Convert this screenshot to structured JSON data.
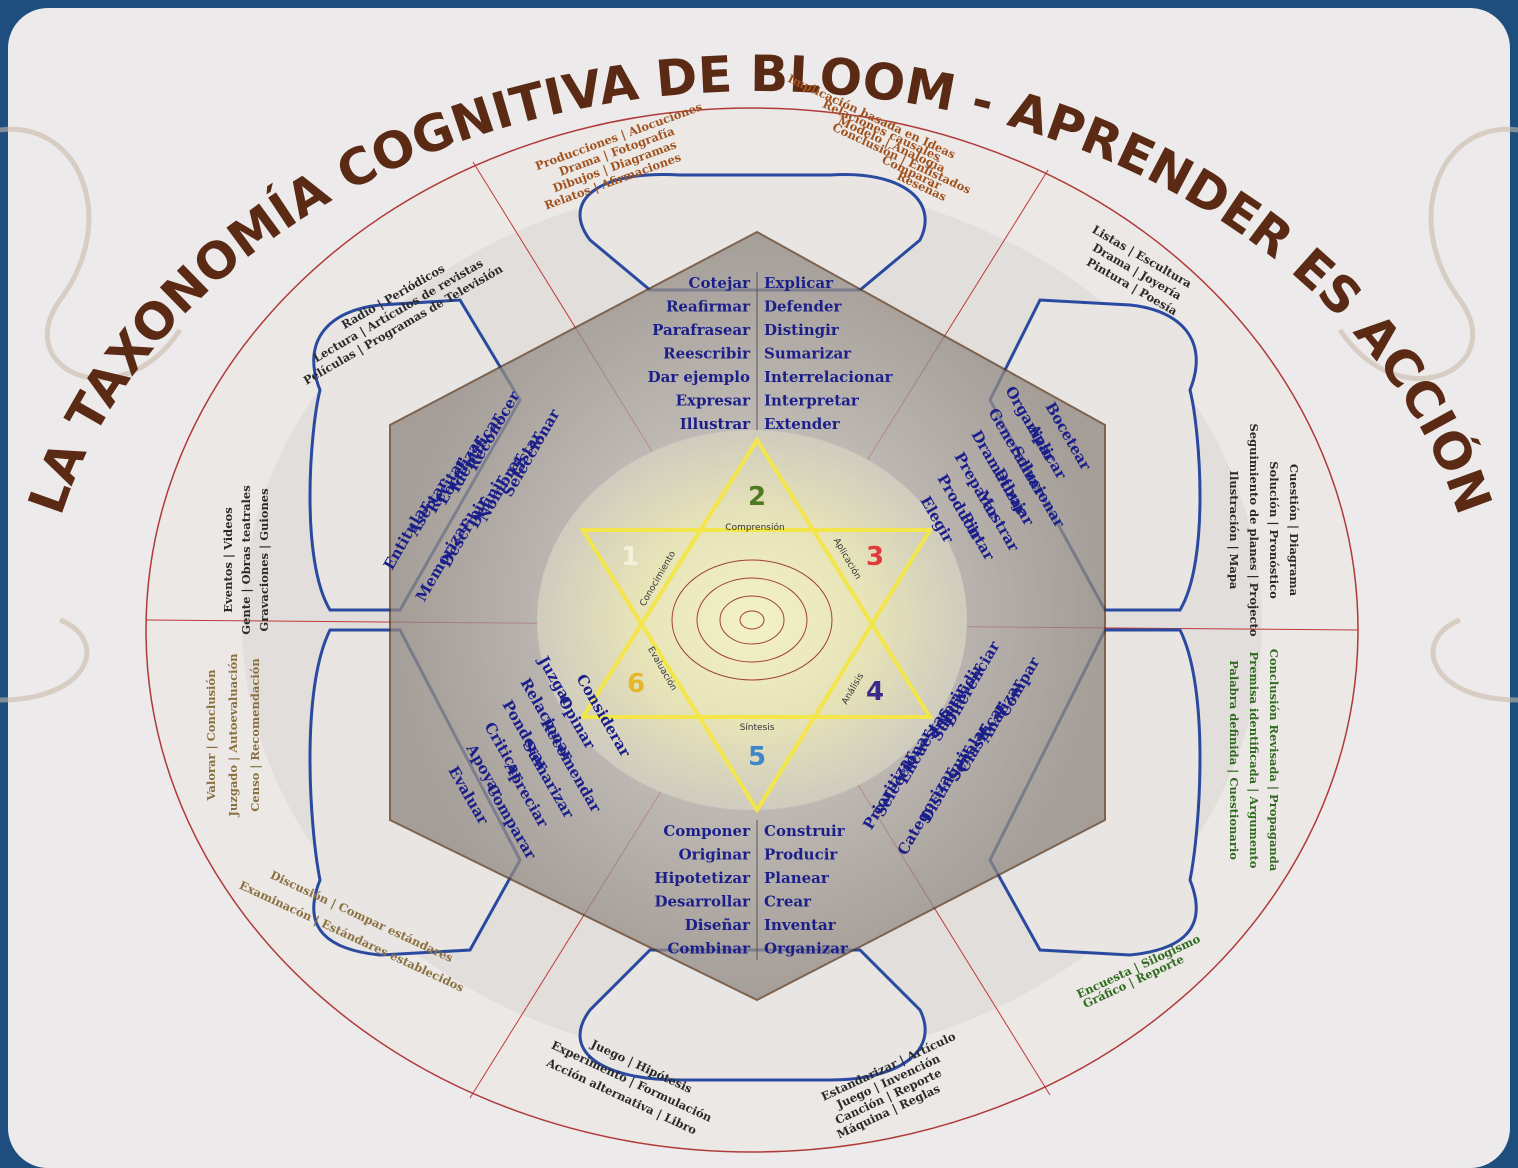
{
  "title": "LA TAXONOMÍA COGNITIVA DE BLOOM - APRENDER ES ACCIÓN",
  "colors": {
    "title": "#5a2a14",
    "verbs": "#1b1f8a",
    "products_top": "#a0521e",
    "products_left": "#2a2a2a",
    "products_right_lower": "#2f6b1e",
    "products_bottom_left": "#8a7040",
    "star": "#f2e64a",
    "petal_outline": "#2a4aa0"
  },
  "stages": [
    {
      "number": "1",
      "label": "Conocimiento",
      "color": "#f4f1d8"
    },
    {
      "number": "2",
      "label": "Comprensión",
      "color": "#4d7a1f"
    },
    {
      "number": "3",
      "label": "Aplicación",
      "color": "#e23a3a"
    },
    {
      "number": "4",
      "label": "Análisis",
      "color": "#3c2a8a"
    },
    {
      "number": "5",
      "label": "Síntesis",
      "color": "#3e86c8"
    },
    {
      "number": "6",
      "label": "Evaluación",
      "color": "#e8b62a"
    }
  ],
  "verbs": {
    "comprension_left": [
      "Cotejar",
      "Reafirmar",
      "Parafrasear",
      "Reescribir",
      "Dar ejemplo",
      "Expresar",
      "Illustrar"
    ],
    "comprension_right": [
      "Explicar",
      "Defender",
      "Distingir",
      "Sumarizar",
      "Interrelacionar",
      "Interpretar",
      "Extender"
    ],
    "conocimiento": [
      "Reconocer",
      "Identificar",
      "Localizar",
      "Recitar",
      "Asertar",
      "Entitular",
      "Seleccionar",
      "Listar",
      "Nombrar",
      "Definir",
      "Describir",
      "Memorizar"
    ],
    "aplicacion": [
      "Organizar",
      "Generalizar",
      "Dramatizar",
      "Preparar",
      "Producir",
      "Elegir",
      "Bocetear",
      "Aplicar",
      "Solucionar",
      "Dibujar",
      "Mostrar",
      "Pintar"
    ],
    "evaluacion": [
      "Juzgar",
      "Relacionar",
      "Ponderar",
      "Criticar",
      "Apoyar",
      "Evaluar",
      "Considerar",
      "Opinar",
      "Recomendar",
      "Sumarizar",
      "Apreciar",
      "Comparar"
    ],
    "analisis": [
      "Diferenciar",
      "Subdividir",
      "Inferir",
      "Encuestas",
      "Seleccionar",
      "Prioritizar",
      "Compar",
      "Analizar",
      "Clasificar",
      "Señalar",
      "Distinguir",
      "Categorizar"
    ],
    "sintesis_left": [
      "Componer",
      "Originar",
      "Hipotetizar",
      "Desarrollar",
      "Diseñar",
      "Combinar"
    ],
    "sintesis_right": [
      "Construir",
      "Producir",
      "Planear",
      "Crear",
      "Inventar",
      "Organizar"
    ]
  },
  "products": {
    "top_left": [
      "Producciones | Alocuciones",
      "Drama | Fotografía",
      "Dibujos | Diagramas",
      "Relatos | Afirmaciones"
    ],
    "top_right": [
      "Implicación basada en Ideas",
      "Relaciones causales",
      "Modelo | Analogía",
      "Conclusión | Enlistados",
      "Comparar",
      "Reseñas"
    ],
    "upper_left": [
      "Radio | Periódicos",
      "Lectura | Artículos de revistas",
      "Películas | Programas de Televisión"
    ],
    "left": [
      "Eventos | Videos",
      "Gente | Obras teatrales",
      "Gravaciones | Guiones"
    ],
    "upper_right": [
      "Listas | Escultura",
      "Drama | Joyería",
      "Pintura | Poesía"
    ],
    "right": [
      "Ilustración | Mapa",
      "Seguimiento de planes | Projecto",
      "Solución | Pronóstico",
      "Cuestión | Diagrama"
    ],
    "right_lower": [
      "Palabra definida | Cuestionario",
      "Premisa identificada | Argumento",
      "Conclusión Revisada | Propaganda"
    ],
    "left_lower": [
      "Valorar | Conclusión",
      "Juzgado | Autoevaluación",
      "Censo | Recomendación"
    ],
    "bottom_left_outer": [
      "Discusión | Compar estándares",
      "Examinacón | Estándares establecidos"
    ],
    "bottom_right_outer": [
      "Encuesta | Silogismo",
      "Gráfico | Reporte"
    ],
    "bottom_left": [
      "Juego | Hipótesis",
      "Experimento | Formulación",
      "Acción alternativa | Libro"
    ],
    "bottom_right": [
      "Estandarizar | Artículo",
      "Juego | Invención",
      "Canción | Reporte",
      "Máquina | Reglas"
    ]
  }
}
